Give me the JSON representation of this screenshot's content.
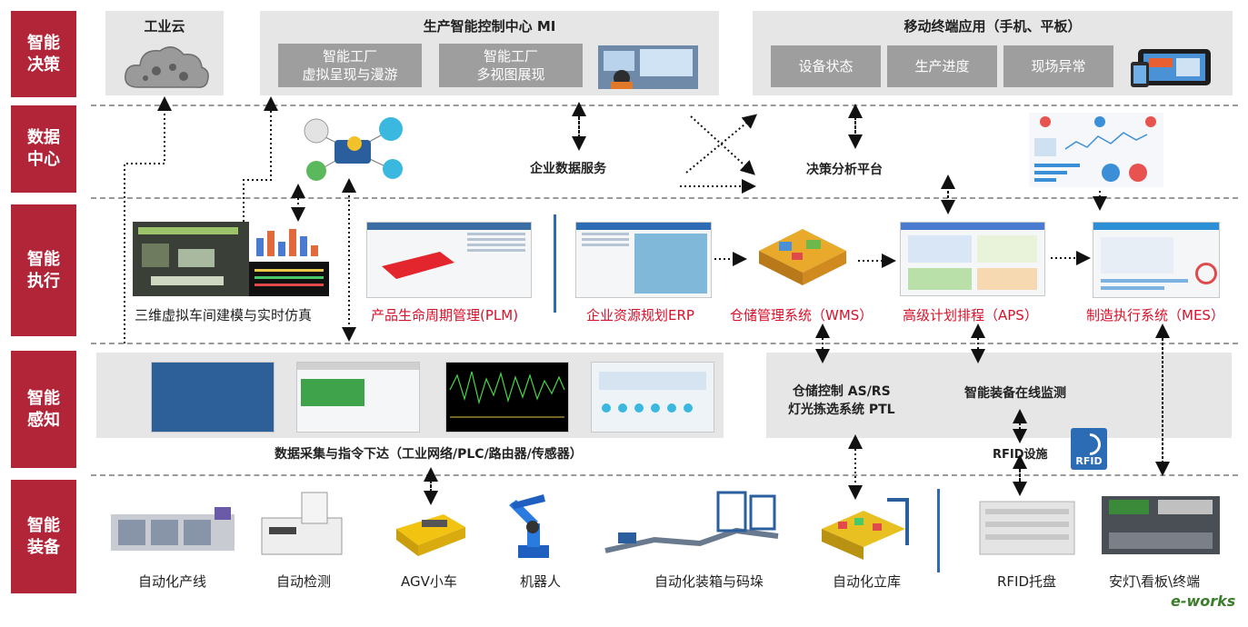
{
  "layers": [
    {
      "label": "智能决策"
    },
    {
      "label": "数据中心"
    },
    {
      "label": "智能执行"
    },
    {
      "label": "智能感知"
    },
    {
      "label": "智能装备"
    }
  ],
  "decision": {
    "cloud_title": "工业云",
    "mi_title": "生产智能控制中心 MI",
    "mi_boxes": [
      {
        "line1": "智能工厂",
        "line2": "虚拟呈现与漫游"
      },
      {
        "line1": "智能工厂",
        "line2": "多视图展现"
      }
    ],
    "mobile_title": "移动终端应用（手机、平板）",
    "mobile_boxes": [
      "设备状态",
      "生产进度",
      "现场异常"
    ]
  },
  "datacenter": {
    "enterprise_service": "企业数据服务",
    "decision_platform": "决策分析平台"
  },
  "execution": {
    "systems": [
      "三维虚拟车间建模与实时仿真",
      "产品生命周期管理(PLM)",
      "企业资源规划ERP",
      "仓储管理系统（WMS）",
      "高级计划排程（APS）",
      "制造执行系统（MES）"
    ]
  },
  "perception": {
    "data_collection": "数据采集与指令下达（工业网络/PLC/路由器/传感器）",
    "asrs_line1": "仓储控制 AS/RS",
    "asrs_line2": "灯光拣选系统 PTL",
    "online_monitor": "智能装备在线监测",
    "rfid": "RFID设施",
    "rfid_logo": "RFID"
  },
  "equipment": {
    "items": [
      "自动化产线",
      "自动检测",
      "AGV小车",
      "机器人",
      "自动化装箱与码垛",
      "自动化立库",
      "RFID托盘",
      "安灯\\看板\\终端"
    ]
  },
  "brand": "e-works",
  "colors": {
    "layer_red": "#b22437",
    "panel_gray": "#e6e6e6",
    "button_gray": "#9e9e9e",
    "accent_red": "#d8112a"
  }
}
